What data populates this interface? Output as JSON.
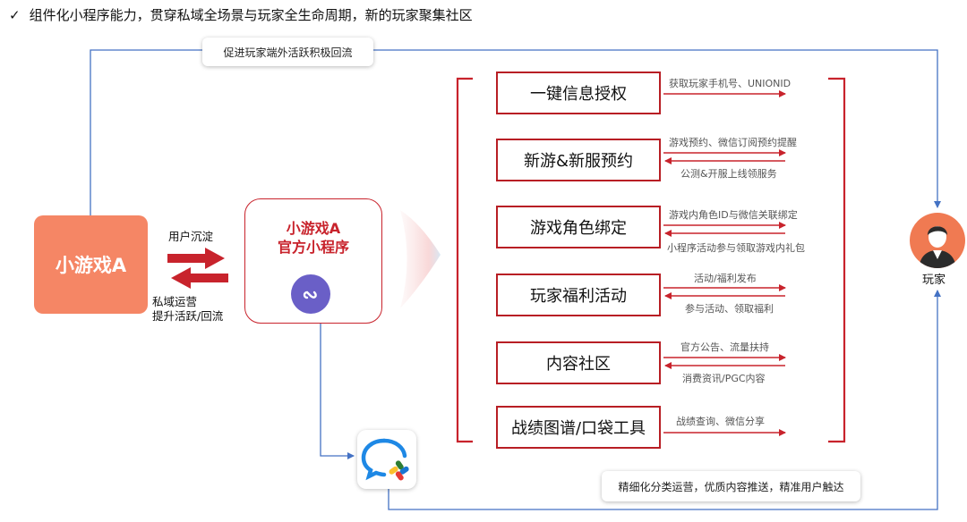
{
  "header": {
    "check": "✓",
    "text": "组件化小程序能力，贯穿私域全场景与玩家全生命周期，新的玩家聚集社区"
  },
  "top_tag": "促进玩家端外活跃积极回流",
  "bottom_tag": "精细化分类运营，优质内容推送，精准用户触达",
  "game_box": "小游戏A",
  "user_settle": "用户沉淀",
  "private_ops": [
    "私域运营",
    "提升活跃/回流"
  ],
  "mini_program": {
    "title_line1": "小游戏A",
    "title_line2": "官方小程序",
    "icon": "mini-program-icon"
  },
  "features": [
    {
      "label": "一键信息授权",
      "ann_top": "获取玩家手机号、UNIONID",
      "ann_bottom": ""
    },
    {
      "label": "新游&新服预约",
      "ann_top": "游戏预约、微信订阅预约提醒",
      "ann_bottom": "公测&开服上线领服务"
    },
    {
      "label": "游戏角色绑定",
      "ann_top": "游戏内角色ID与微信关联绑定",
      "ann_bottom": "小程序活动参与领取游戏内礼包"
    },
    {
      "label": "玩家福利活动",
      "ann_top": "活动/福利发布",
      "ann_bottom": "参与活动、领取福利"
    },
    {
      "label": "内容社区",
      "ann_top": "官方公告、流量扶持",
      "ann_bottom": "消费资讯/PGC内容"
    },
    {
      "label": "战绩图谱/口袋工具",
      "ann_top": "战绩查询、微信分享",
      "ann_bottom": ""
    }
  ],
  "player": {
    "label": "玩家",
    "icon": "player-avatar-icon"
  },
  "wecom_icon": "wecom-app-icon",
  "colors": {
    "red": "#c8232c",
    "coral": "#f58665",
    "blue_line": "#4472c4",
    "purple": "#6a5fc7"
  }
}
